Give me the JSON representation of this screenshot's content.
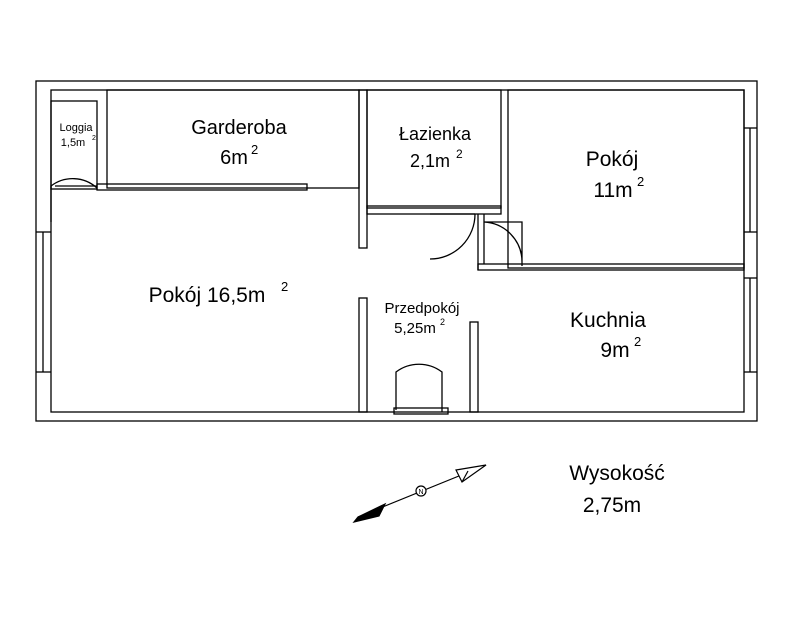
{
  "rooms": {
    "loggia": {
      "name": "Loggia",
      "area": "1,5m",
      "sup": "2"
    },
    "garderoba": {
      "name": "Garderoba",
      "area": "6m",
      "sup": "2"
    },
    "lazienka": {
      "name": "Łazienka",
      "area": "2,1m",
      "sup": "2"
    },
    "pokoj_small": {
      "name": "Pokój",
      "area": "11m",
      "sup": "2"
    },
    "pokoj_large": {
      "name": "Pokój 16,5m",
      "sup": "2"
    },
    "przedpokoj": {
      "name": "Przedpokój",
      "area": "5,25m",
      "sup": "2"
    },
    "kuchnia": {
      "name": "Kuchnia",
      "area": "9m",
      "sup": "2"
    }
  },
  "height": {
    "label": "Wysokość",
    "value": "2,75m"
  },
  "compass": {
    "letter": "N"
  },
  "colors": {
    "wall": "#000000",
    "background": "#ffffff"
  }
}
